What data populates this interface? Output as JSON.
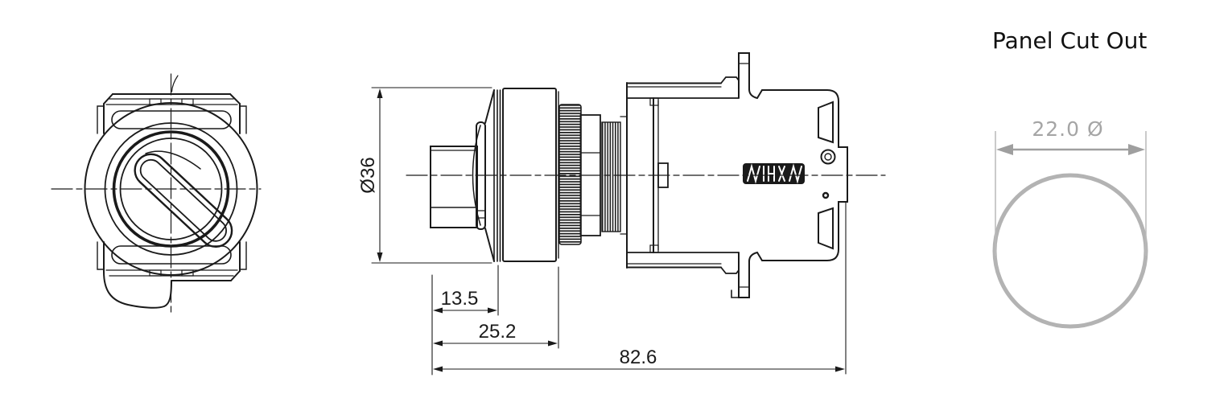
{
  "drawing": {
    "side_view": {
      "dim_diameter": "Ø36",
      "dim_knob_depth": "13.5",
      "dim_front_depth": "25.2",
      "dim_total_length": "82.6"
    },
    "panel_cutout": {
      "title": "Panel Cut Out",
      "dim_diameter": "22.0 Ø"
    },
    "colors": {
      "line": "#1a1a1a",
      "dim_arrow_gray": "#9f9f9f",
      "cutout_circle_gray": "#b3b3b3",
      "cutout_text_gray": "#a5a5a5",
      "background": "#ffffff"
    }
  }
}
